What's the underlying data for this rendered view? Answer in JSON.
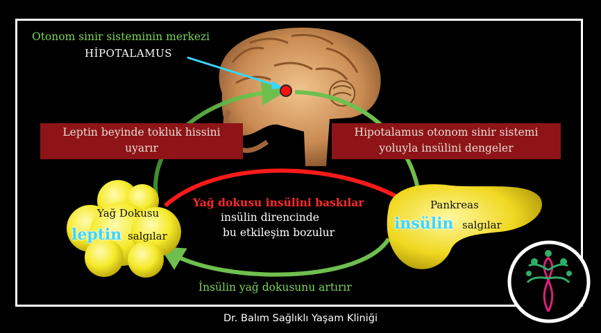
{
  "hypothalamus": {
    "subtitle": "Otonom sinir sisteminin merkezi",
    "title": "HİPOTALAMUS"
  },
  "leptin_box": {
    "line1": "Leptin beyinde tokluk hissini",
    "line2": "uyarır"
  },
  "hypo_box": {
    "line1": "Hipotalamus otonom sinir sistemi",
    "line2": "yoluyla insülini dengeler"
  },
  "fat_tissue": {
    "label": "Yağ Dokusu",
    "hormone": "leptin",
    "action": "salgılar"
  },
  "pancreas": {
    "label": "Pankreas",
    "hormone": "insülin",
    "action": "salgılar"
  },
  "center": {
    "red_line": "Yağ dokusu insülini baskılar",
    "line2": "insülin direncinde",
    "line3": "bu etkileşim bozulur"
  },
  "bottom_arrow_label": "İnsülin yağ dokusunu artırır",
  "footer": "Dr. Balım Sağlıklı Yaşam Kliniği",
  "colors": {
    "green_text": "#7dd35a",
    "red_box": "#8e1418",
    "red_arrow": "#ff1a1a",
    "cyan": "#3ad6ff"
  }
}
